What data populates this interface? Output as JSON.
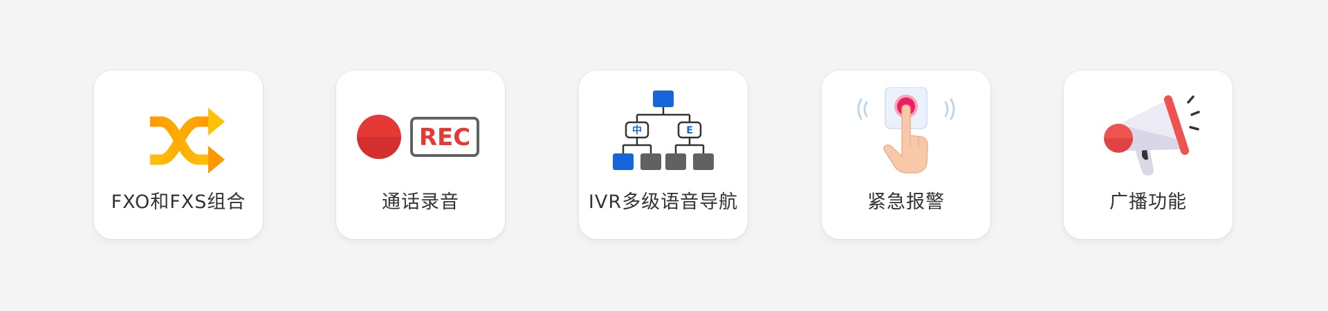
{
  "features": [
    {
      "label": "FXO和FXS组合",
      "icon": "shuffle-arrows-icon"
    },
    {
      "label": "通话录音",
      "icon": "record-rec-icon",
      "badge_text": "REC"
    },
    {
      "label": "IVR多级语音导航",
      "icon": "ivr-tree-icon",
      "node_labels": [
        "中",
        "E"
      ]
    },
    {
      "label": "紧急报警",
      "icon": "alarm-button-icon"
    },
    {
      "label": "广播功能",
      "icon": "megaphone-icon"
    }
  ],
  "colors": {
    "background": "#f4f4f4",
    "card": "#ffffff",
    "text": "#333333",
    "orange": "#ff9f0a",
    "red": "#e53935",
    "blue": "#1565d8",
    "gray": "#616161"
  }
}
